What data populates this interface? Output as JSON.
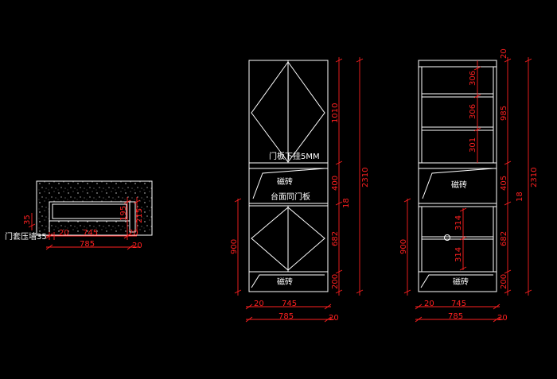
{
  "plan": {
    "note": "门套压墙35",
    "dims": {
      "d35": "35",
      "d195": "195",
      "d215": "215",
      "d20a": "20",
      "d745": "745",
      "d20b": "20",
      "d785": "785",
      "d20c": "20"
    }
  },
  "cabinet_a": {
    "label_hang": "门板下挂5MM",
    "label_tile1": "磁砖",
    "label_same_door": "台面同门板",
    "label_tile2": "磁砖",
    "dims": {
      "d1010": "1010",
      "d400": "400",
      "d18": "18",
      "d682": "682",
      "d200": "200",
      "d2310": "2310",
      "d900": "900",
      "d20a": "20",
      "d745": "745",
      "d785": "785",
      "d20b": "20"
    }
  },
  "cabinet_b": {
    "label_tile1": "磁砖",
    "label_tile2": "磁砖",
    "dims": {
      "d20top": "20",
      "d306a": "306",
      "d306b": "306",
      "d301": "301",
      "d985": "985",
      "d405": "405",
      "d18": "18",
      "d2310": "2310",
      "d314a": "314",
      "d314b": "314",
      "d682": "682",
      "d900": "900",
      "d200": "200",
      "d20a": "20",
      "d745": "745",
      "d785": "785",
      "d20b": "20"
    }
  }
}
